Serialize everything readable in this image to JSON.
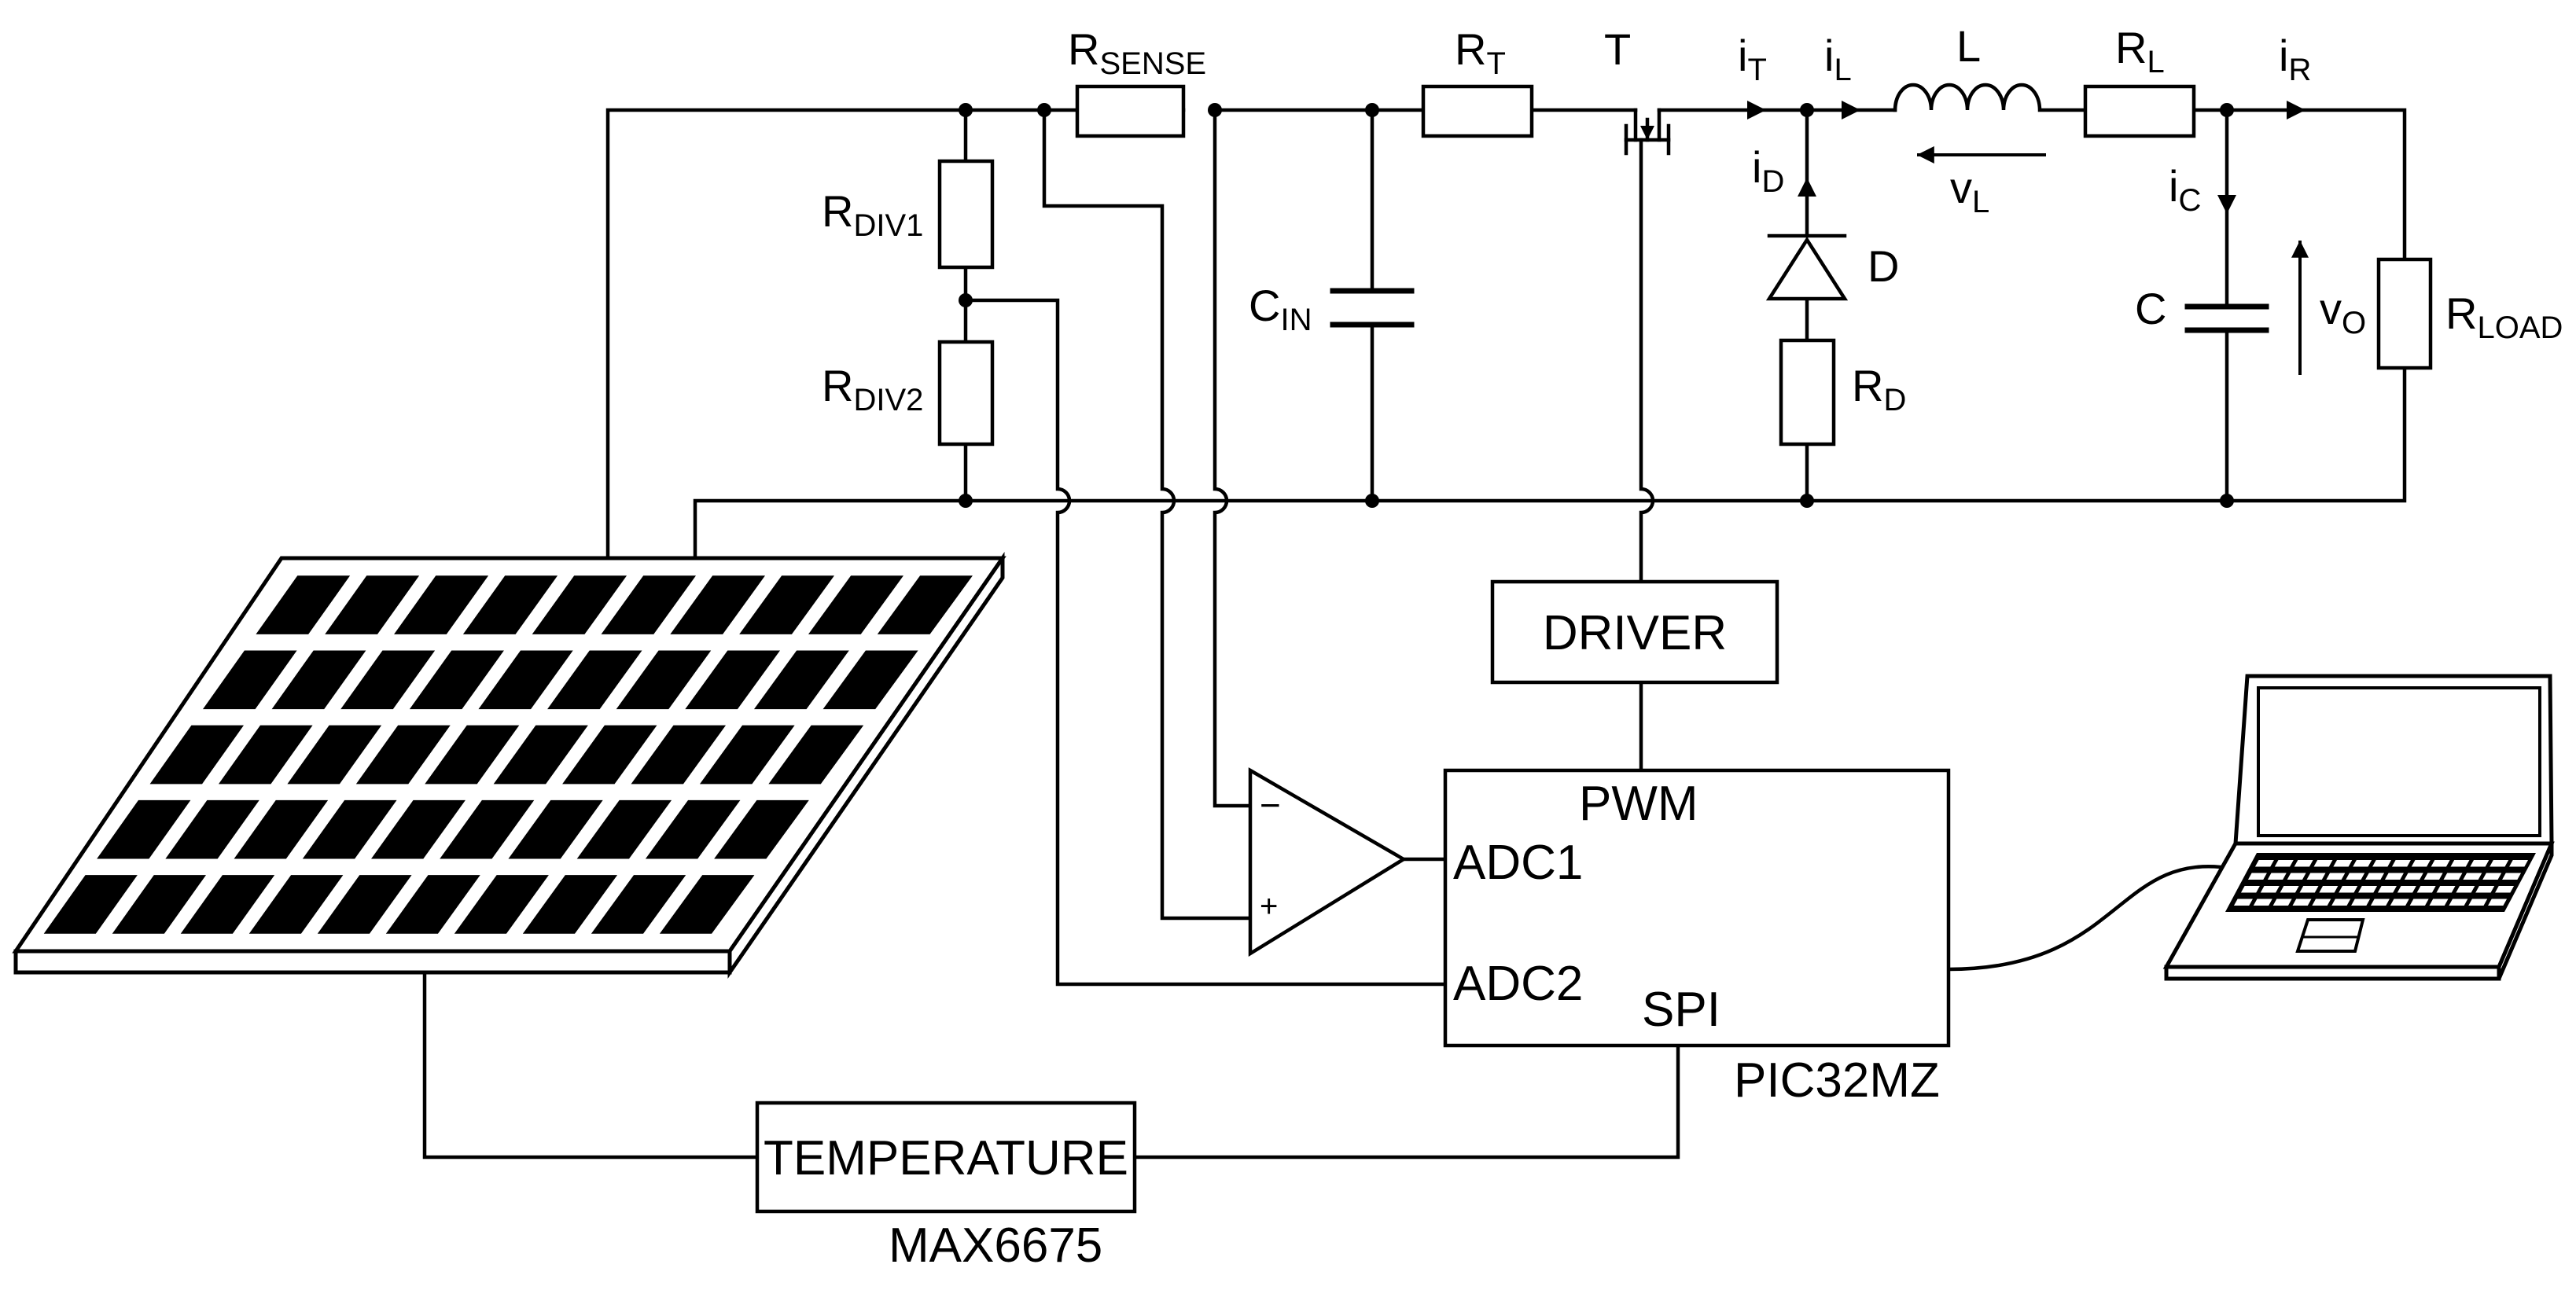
{
  "diagram": {
    "components": {
      "r_sense": {
        "main": "R",
        "sub": "SENSE"
      },
      "r_t": {
        "main": "R",
        "sub": "T"
      },
      "transistor": {
        "main": "T"
      },
      "r_div1": {
        "main": "R",
        "sub": "DIV1"
      },
      "r_div2": {
        "main": "R",
        "sub": "DIV2"
      },
      "c_in": {
        "main": "C",
        "sub": "IN"
      },
      "diode": {
        "main": "D"
      },
      "r_d": {
        "main": "R",
        "sub": "D"
      },
      "inductor": {
        "main": "L"
      },
      "r_l": {
        "main": "R",
        "sub": "L"
      },
      "capacitor": {
        "main": "C"
      },
      "r_load": {
        "main": "R",
        "sub": "LOAD"
      }
    },
    "currents": {
      "i_t": {
        "main": "i",
        "sub": "T"
      },
      "i_l": {
        "main": "i",
        "sub": "L"
      },
      "i_r": {
        "main": "i",
        "sub": "R"
      },
      "i_d": {
        "main": "i",
        "sub": "D"
      },
      "i_c": {
        "main": "i",
        "sub": "C"
      }
    },
    "voltages": {
      "v_l": {
        "main": "v",
        "sub": "L"
      },
      "v_o": {
        "main": "v",
        "sub": "O"
      }
    },
    "opamp": {
      "minus": "−",
      "plus": "+"
    },
    "blocks": {
      "driver": {
        "label": "DRIVER"
      },
      "mcu": {
        "pwm": "PWM",
        "adc1": "ADC1",
        "adc2": "ADC2",
        "spi": "SPI",
        "name": "PIC32MZ"
      },
      "temperature": {
        "label": "TEMPERATURE",
        "chip": "MAX6675"
      }
    },
    "icons": {
      "solar_panel": "solar-panel-icon",
      "laptop": "laptop-icon"
    }
  }
}
